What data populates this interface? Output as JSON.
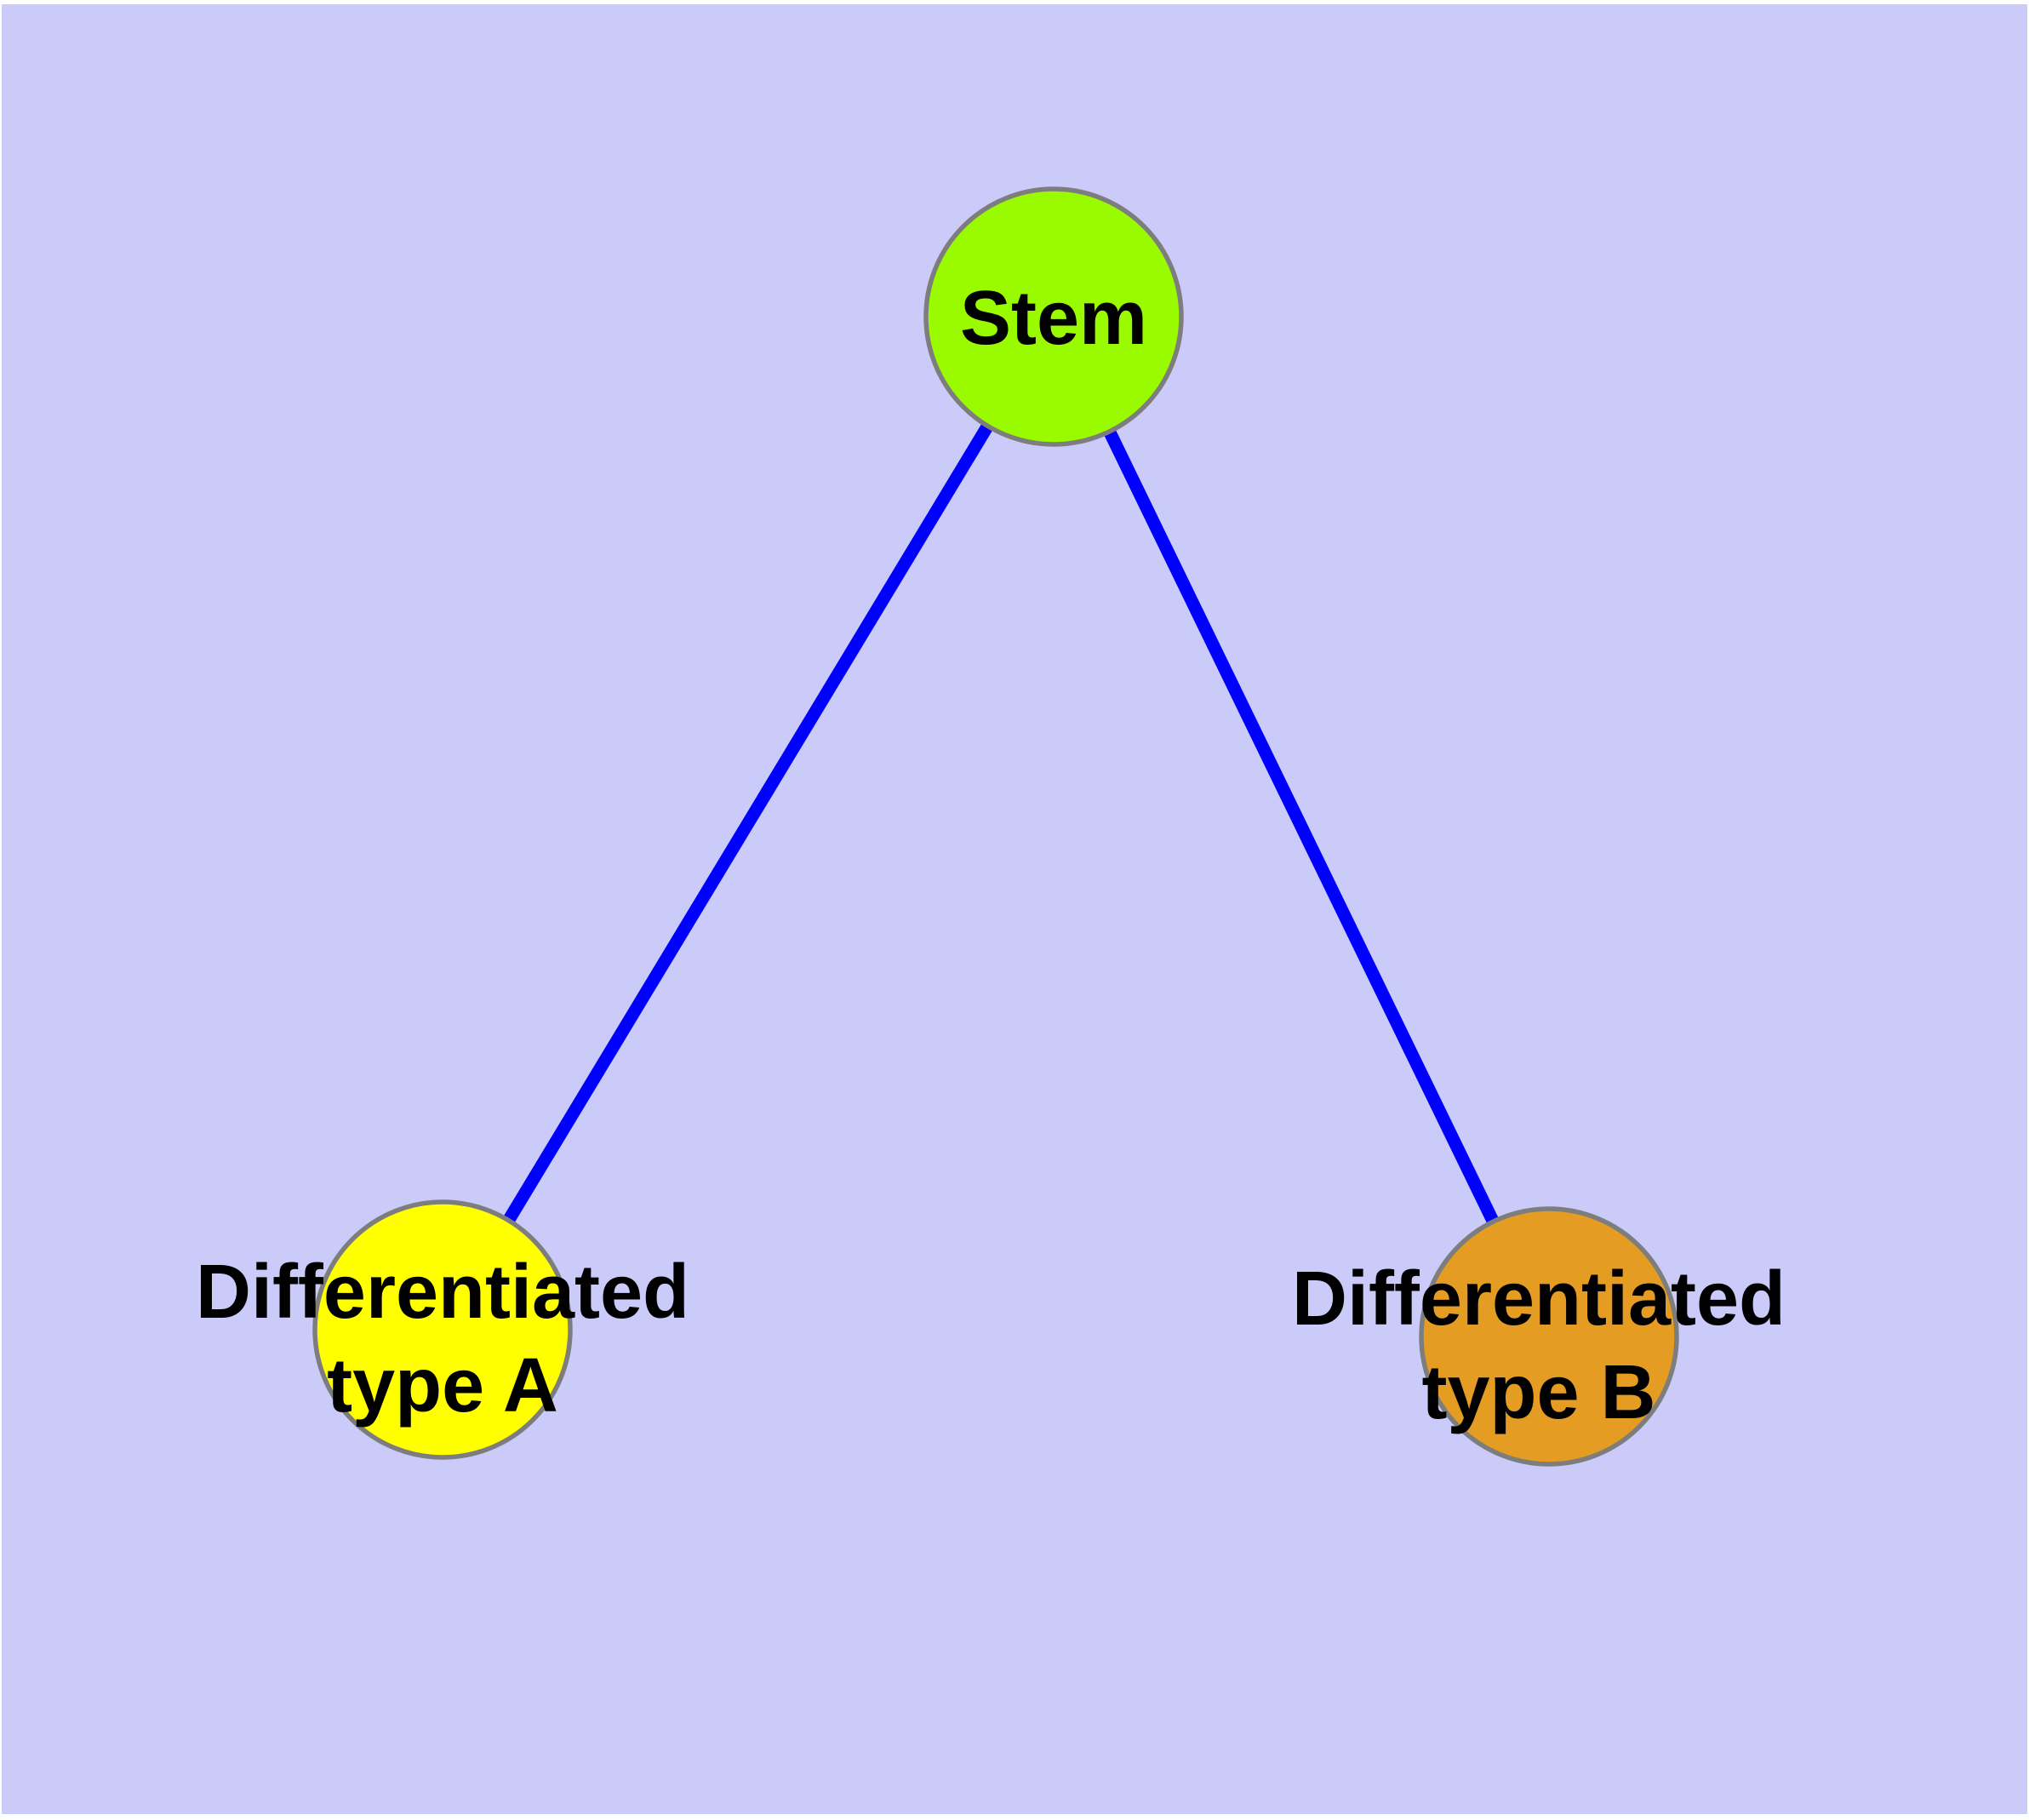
{
  "diagram": {
    "description": "Stem cell differentiation graph",
    "colors": {
      "canvas_background": "#CBCBF9",
      "frame": "#FFFFFF",
      "edge": "#0000FF",
      "node_border": "#7D7D7D",
      "label_text": "#000000",
      "stem_fill": "#9AFB00",
      "type_a_fill": "#FFFF00",
      "type_b_fill": "#E49C22"
    },
    "nodes": [
      {
        "id": "stem",
        "label": "Stem",
        "lines": [
          "Stem"
        ],
        "fill": "#9AFB00"
      },
      {
        "id": "differentiated-type-a",
        "label": "Differentiated type A",
        "lines": [
          "Differentiated",
          "type A"
        ],
        "fill": "#FFFF00"
      },
      {
        "id": "differentiated-type-b",
        "label": "Differentiated type B",
        "lines": [
          "Differentiated",
          "type B"
        ],
        "fill": "#E49C22"
      }
    ],
    "edges": [
      {
        "from": "stem",
        "to": "differentiated-type-a"
      },
      {
        "from": "stem",
        "to": "differentiated-type-b"
      }
    ]
  }
}
